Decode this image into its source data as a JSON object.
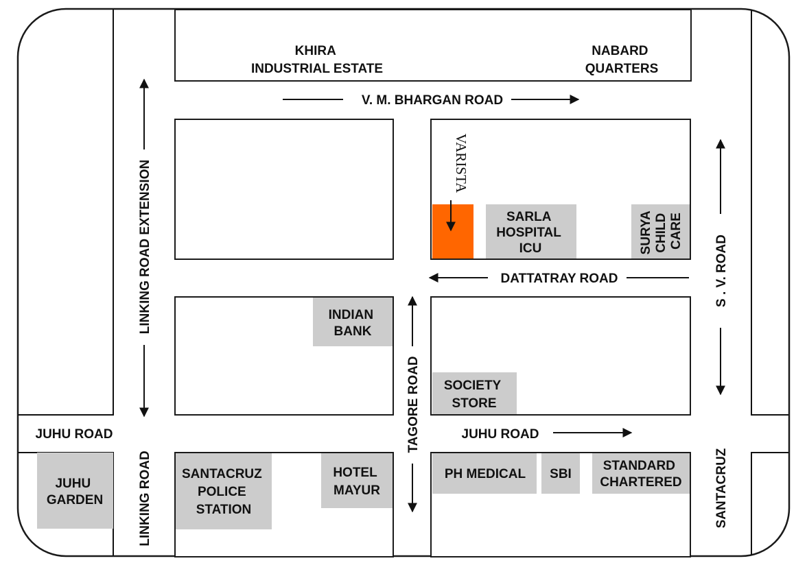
{
  "colors": {
    "highlight": "#ff6600",
    "landmark_gray": "#cccccc",
    "line": "#1a1a1a"
  },
  "roads": {
    "vm_bhargan": "V. M. BHARGAN ROAD",
    "linking_extension": "LINKING ROAD EXTENSION",
    "dattatray": "DATTATRAY ROAD",
    "sv_road": "S . V. ROAD",
    "tagore": "TAGORE ROAD",
    "juhu_left": "JUHU ROAD",
    "juhu_right": "JUHU ROAD",
    "linking": "LINKING ROAD",
    "santacruz": "SANTACRUZ"
  },
  "places": {
    "khira": [
      "KHIRA",
      "INDUSTRIAL ESTATE"
    ],
    "nabard": [
      "NABARD",
      "QUARTERS"
    ],
    "varista": "VARISTA",
    "sarla": [
      "SARLA",
      "HOSPITAL",
      "ICU"
    ],
    "surya": [
      "SURYA",
      "CHILD",
      "CARE"
    ],
    "indian_bank": [
      "INDIAN",
      "BANK"
    ],
    "society_store": [
      "SOCIETY",
      "STORE"
    ],
    "juhu_garden": [
      "JUHU",
      "GARDEN"
    ],
    "santacruz_police": [
      "SANTACRUZ",
      "POLICE",
      "STATION"
    ],
    "hotel_mayur": [
      "HOTEL",
      "MAYUR"
    ],
    "ph_medical": "PH MEDICAL",
    "sbi": "SBI",
    "standard_chartered": [
      "STANDARD",
      "CHARTERED"
    ]
  }
}
